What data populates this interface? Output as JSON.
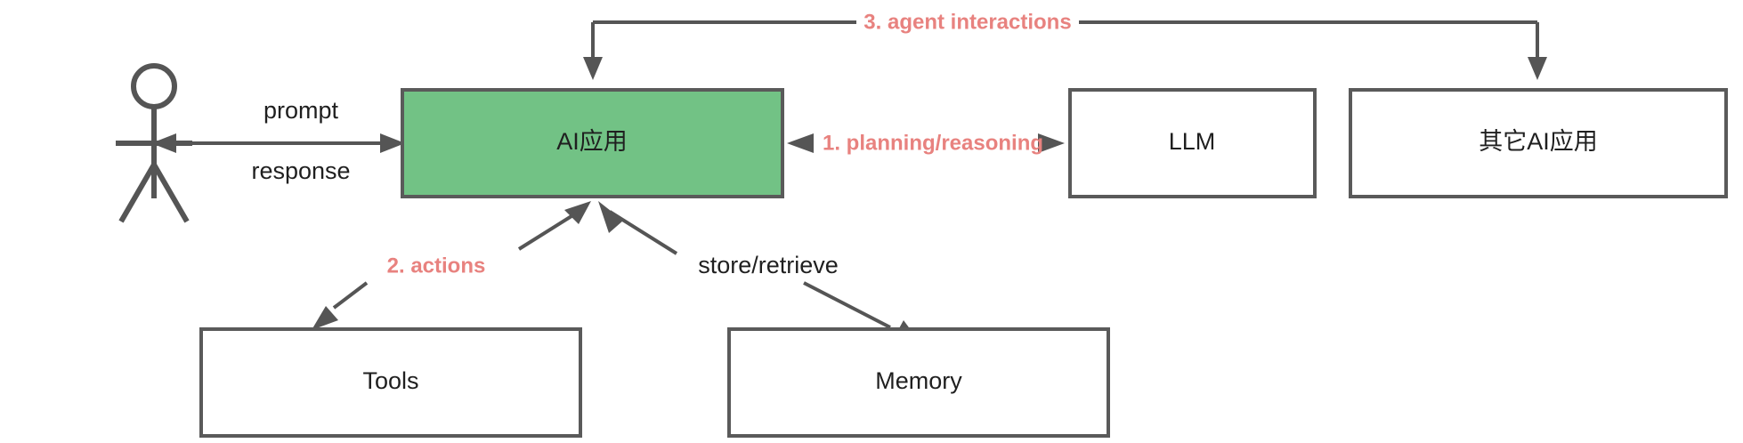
{
  "diagram": {
    "title": "AI Application Agent Architecture",
    "colors": {
      "accent_fill": "#72c285",
      "node_stroke": "#5a5a5a",
      "edge_stroke": "#555555",
      "step_label": "#e8827f",
      "node_text": "#1f1f1f",
      "background": "#ffffff"
    },
    "nodes": {
      "actor": {
        "label": "",
        "kind": "stick-figure"
      },
      "ai_app": {
        "label": "AI应用",
        "kind": "rect",
        "filled": true
      },
      "llm": {
        "label": "LLM",
        "kind": "rect",
        "filled": false
      },
      "other_ai_app": {
        "label": "其它AI应用",
        "kind": "rect",
        "filled": false
      },
      "tools": {
        "label": "Tools",
        "kind": "rect",
        "filled": false
      },
      "memory": {
        "label": "Memory",
        "kind": "rect",
        "filled": false
      }
    },
    "edge_labels": {
      "prompt": "prompt",
      "response": "response",
      "planning": "1. planning/reasoning",
      "actions": "2. actions",
      "agent_interactions": "3. agent interactions",
      "store_retrieve": "store/retrieve"
    }
  }
}
